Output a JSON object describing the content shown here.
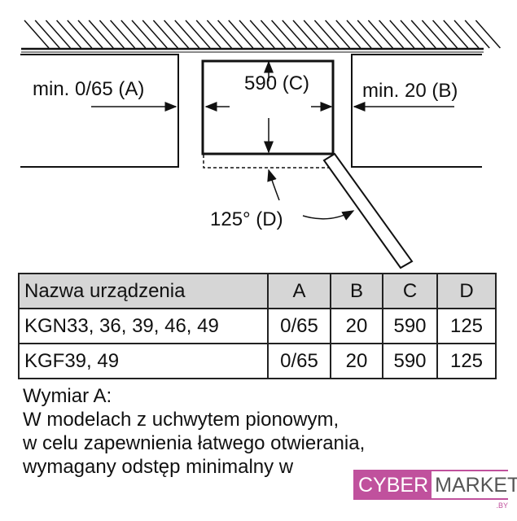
{
  "diagram": {
    "label_a": "min. 0/65 (A)",
    "label_c": "590 (C)",
    "label_b": "min. 20 (B)",
    "label_d": "125° (D)"
  },
  "table": {
    "headers": [
      "Nazwa urządzenia",
      "A",
      "B",
      "C",
      "D"
    ],
    "rows": [
      [
        "KGN33, 36, 39, 46, 49",
        "0/65",
        "20",
        "590",
        "125"
      ],
      [
        "KGF39, 49",
        "0/65",
        "20",
        "590",
        "125"
      ]
    ]
  },
  "note": {
    "lines": [
      "Wymiar A:",
      "W modelach z uchwytem pionowym,",
      "w celu zapewnienia łatwego otwierania,",
      "wymagany odstęp minimalny w"
    ]
  },
  "watermark": {
    "part1": "CYBER",
    "part2": "MARKET",
    "suffix": ".BY",
    "color": "#c0519d"
  }
}
